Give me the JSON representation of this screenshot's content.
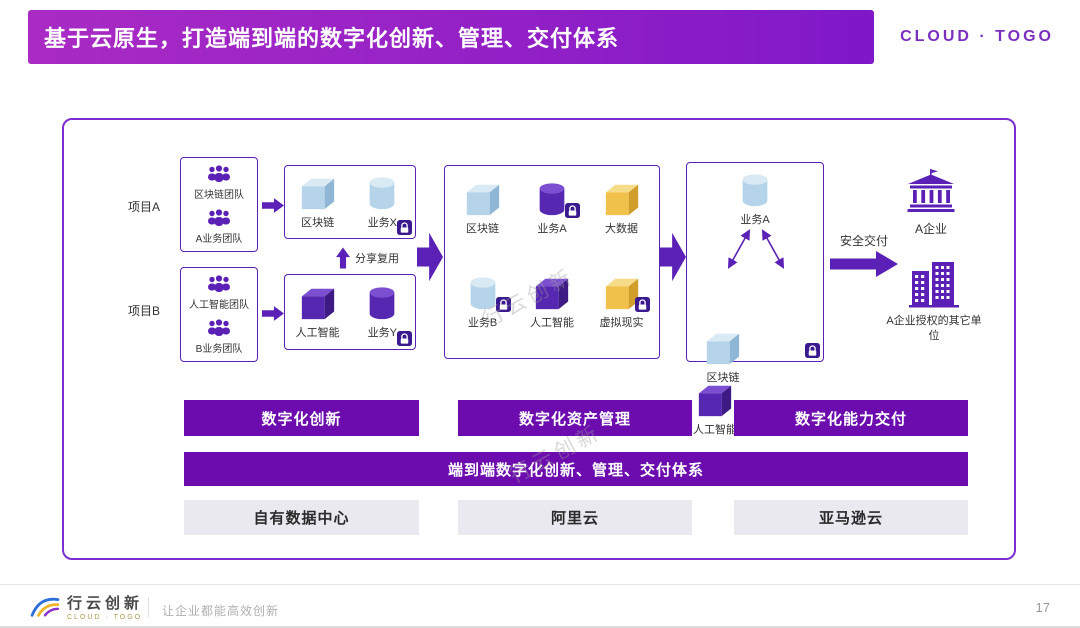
{
  "header": {
    "title": "基于云原生，打造端到端的数字化创新、管理、交付体系",
    "brand": "CLOUD · TOGO"
  },
  "colors": {
    "header_gradient_start": "#AA2BC4",
    "header_gradient_end": "#8018C8",
    "bar_purple": "#6C0CAE",
    "bar_gray": "#E9E9EF",
    "deep_purple": "#5B21B6",
    "cube_blue": "#B5D4E9",
    "cube_purple": "#5627B0",
    "cube_yellow": "#F0C24B"
  },
  "diagram": {
    "projects": [
      {
        "label": "项目A",
        "teams": [
          {
            "name": "区块链团队"
          },
          {
            "name": "A业务团队"
          }
        ]
      },
      {
        "label": "项目B",
        "teams": [
          {
            "name": "人工智能团队"
          },
          {
            "name": "B业务团队"
          }
        ]
      }
    ],
    "share_label": "分享复用",
    "stage1_top": {
      "items": [
        {
          "label": "区块链"
        },
        {
          "label": "业务X"
        }
      ]
    },
    "stage1_bottom": {
      "items": [
        {
          "label": "人工智能"
        },
        {
          "label": "业务Y"
        }
      ]
    },
    "stage2": {
      "row1": [
        {
          "label": "区块链"
        },
        {
          "label": "业务A"
        },
        {
          "label": "大数据"
        }
      ],
      "row2": [
        {
          "label": "业务B"
        },
        {
          "label": "人工智能"
        },
        {
          "label": "虚拟现实"
        }
      ]
    },
    "stage3": {
      "top": {
        "label": "业务A"
      },
      "left": {
        "label": "区块链"
      },
      "right": {
        "label": "人工智能"
      }
    },
    "delivery_label": "安全交付",
    "targets": [
      {
        "label": "A企业"
      },
      {
        "label": "A企业授权的其它单位"
      }
    ]
  },
  "bars": {
    "pillars": [
      {
        "label": "数字化创新"
      },
      {
        "label": "数字化资产管理"
      },
      {
        "label": "数字化能力交付"
      }
    ],
    "banner": "端到端数字化创新、管理、交付体系",
    "infra": [
      {
        "label": "自有数据中心"
      },
      {
        "label": "阿里云"
      },
      {
        "label": "亚马逊云"
      }
    ]
  },
  "footer": {
    "logo_text": "行云创新",
    "logo_sub": "CLOUD · TOGO",
    "tagline": "让企业都能高效创新",
    "page_number": "17"
  },
  "watermark": "行云创新"
}
